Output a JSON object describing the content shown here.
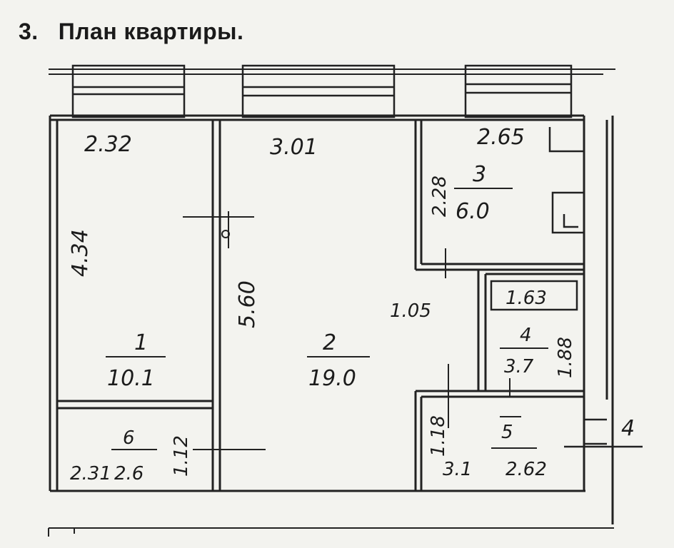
{
  "header": {
    "number": "3.",
    "title": "План квартиры."
  },
  "rooms": [
    {
      "id": "1",
      "area": "10.1",
      "width": "2.32",
      "length": "4.34"
    },
    {
      "id": "2",
      "area": "19.0",
      "width": "3.01",
      "length": "5.60"
    },
    {
      "id": "3",
      "area": "6.0",
      "width": "2.65",
      "length": "2.28"
    },
    {
      "id": "4",
      "area": "3.7",
      "width": "1.63",
      "length": "1.88"
    },
    {
      "id": "5",
      "area": "3.1",
      "width": "2.62",
      "length": "1.18"
    },
    {
      "id": "6",
      "area": "2.6",
      "width": "2.31",
      "length": "1.12"
    }
  ],
  "extra_labels": {
    "door_width": "1.05",
    "side_mark": "4"
  }
}
